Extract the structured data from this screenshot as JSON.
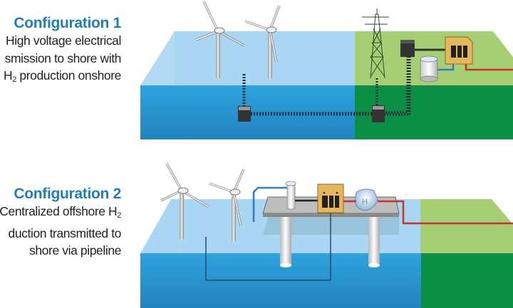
{
  "configurations": [
    {
      "title": "Configuration 1",
      "lines": [
        "High voltage electrical",
        "smission to shore with",
        "H",
        "production onshore"
      ],
      "line3_prefix": "H",
      "line3_sub": "2",
      "line3_rest": " production onshore"
    },
    {
      "title": "Configuration 2",
      "line1_prefix": "Centralized offshore H",
      "line1_sub": "2",
      "line2": "duction transmitted to",
      "line3": "shore via pipeline"
    }
  ],
  "colors": {
    "title_blue": "#1f7dbb",
    "sea_top": "#a9d6f2",
    "sea_front": "#2b9ad6",
    "land_top": "#a6cf74",
    "land_front": "#0b8f45",
    "hydrogen_pipe": "#c8332b",
    "water_pipe": "#2b7fc1",
    "electrolyzer": "#e6b65a"
  },
  "icons": [
    "wind-turbine-icon",
    "transmission-tower-icon",
    "substation-icon",
    "electrolyzer-icon",
    "water-tank-icon",
    "compressor-icon",
    "platform-icon",
    "desalination-icon"
  ]
}
